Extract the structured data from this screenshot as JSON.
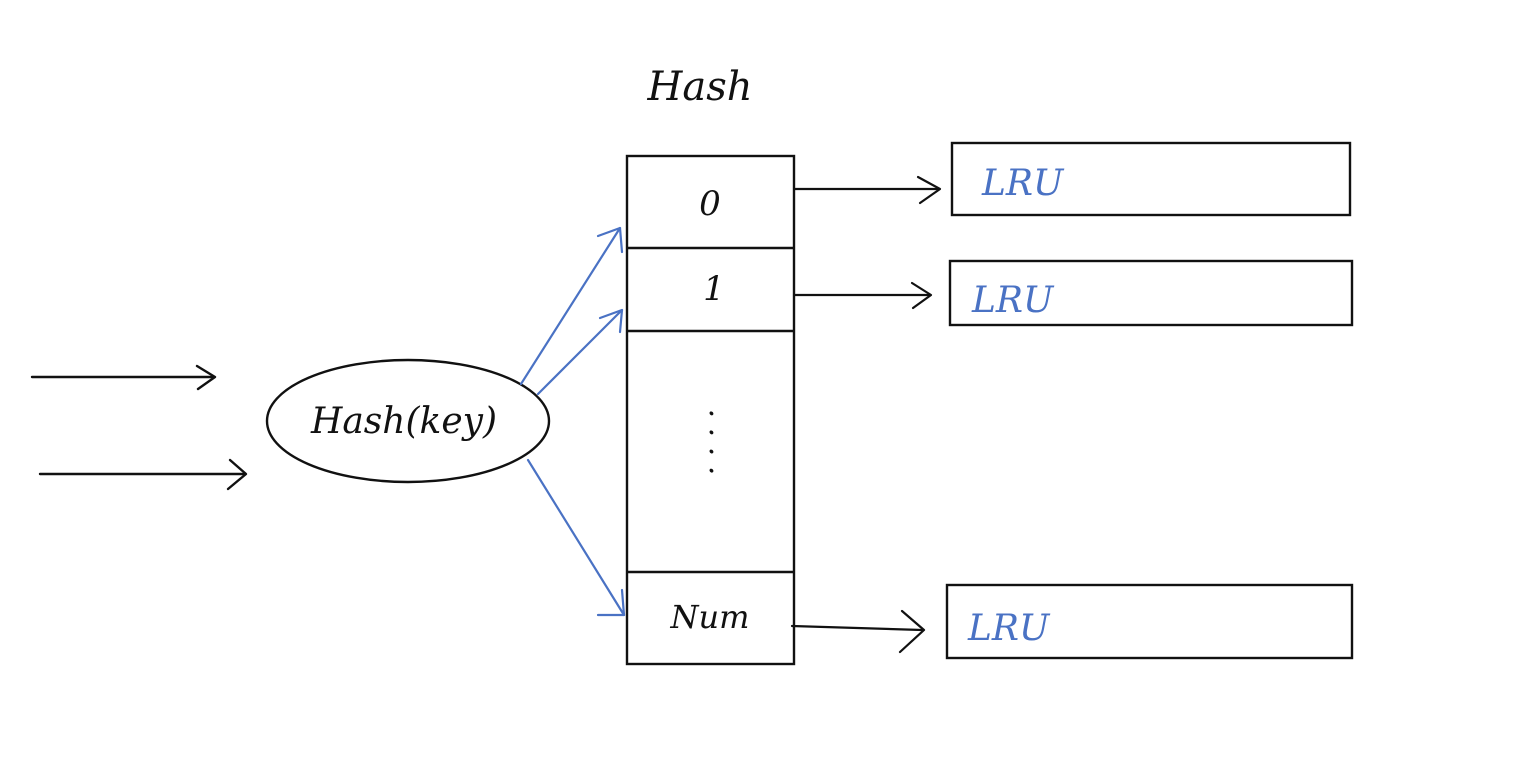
{
  "hash_title": "Hash",
  "hash_function_label": "Hash(key)",
  "slots": [
    {
      "label": "0",
      "target": "LRU"
    },
    {
      "label": "1",
      "target": "LRU"
    },
    {
      "label": ". . . .",
      "target": ""
    },
    {
      "label": "Num",
      "target": "LRU"
    }
  ],
  "colors": {
    "ink": "#111111",
    "lru_text": "#4a72c4",
    "hash_arrows": "#4a72c4"
  }
}
